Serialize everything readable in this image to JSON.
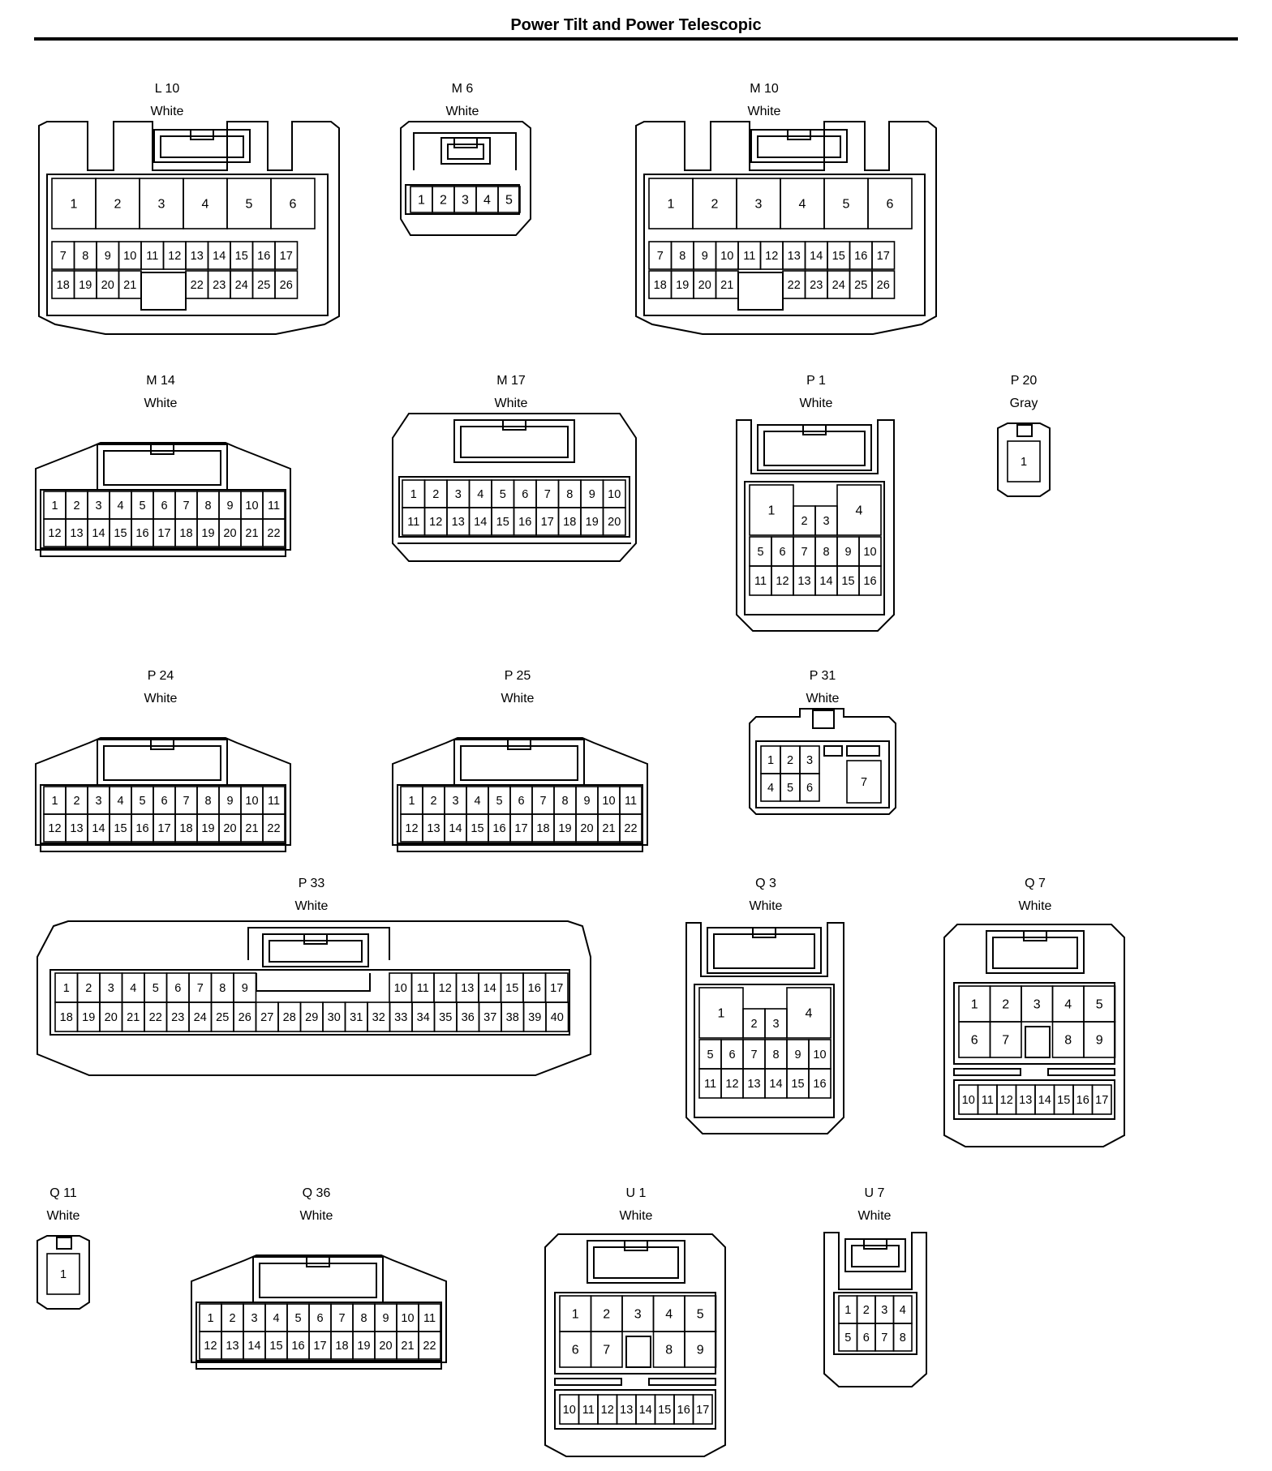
{
  "title": "Power Tilt and Power Telescopic",
  "colors": {
    "line": "#000000",
    "background": "#ffffff"
  },
  "connectors": [
    {
      "id": "L 10",
      "color": "White",
      "rows": [
        [
          "1",
          "2",
          "3",
          "4",
          "5",
          "6"
        ],
        [
          "7",
          "8",
          "9",
          "10",
          "11",
          "12",
          "13",
          "14",
          "15",
          "16",
          "17"
        ],
        [
          "18",
          "19",
          "20",
          "21",
          "22",
          "23",
          "24",
          "25",
          "26"
        ]
      ]
    },
    {
      "id": "M 6",
      "color": "White",
      "rows": [
        [
          "1",
          "2",
          "3",
          "4",
          "5"
        ]
      ]
    },
    {
      "id": "M 10",
      "color": "White",
      "rows": [
        [
          "1",
          "2",
          "3",
          "4",
          "5",
          "6"
        ],
        [
          "7",
          "8",
          "9",
          "10",
          "11",
          "12",
          "13",
          "14",
          "15",
          "16",
          "17"
        ],
        [
          "18",
          "19",
          "20",
          "21",
          "22",
          "23",
          "24",
          "25",
          "26"
        ]
      ]
    },
    {
      "id": "M 14",
      "color": "White",
      "rows": [
        [
          "1",
          "2",
          "3",
          "4",
          "5",
          "6",
          "7",
          "8",
          "9",
          "10",
          "11"
        ],
        [
          "12",
          "13",
          "14",
          "15",
          "16",
          "17",
          "18",
          "19",
          "20",
          "21",
          "22"
        ]
      ]
    },
    {
      "id": "M 17",
      "color": "White",
      "rows": [
        [
          "1",
          "2",
          "3",
          "4",
          "5",
          "6",
          "7",
          "8",
          "9",
          "10"
        ],
        [
          "11",
          "12",
          "13",
          "14",
          "15",
          "16",
          "17",
          "18",
          "19",
          "20"
        ]
      ]
    },
    {
      "id": "P 1",
      "color": "White",
      "rows": [
        [
          "1",
          "2",
          "3",
          "4"
        ],
        [
          "5",
          "6",
          "7",
          "8",
          "9",
          "10"
        ],
        [
          "11",
          "12",
          "13",
          "14",
          "15",
          "16"
        ]
      ]
    },
    {
      "id": "P 20",
      "color": "Gray",
      "rows": [
        [
          "1"
        ]
      ]
    },
    {
      "id": "P 24",
      "color": "White",
      "rows": [
        [
          "1",
          "2",
          "3",
          "4",
          "5",
          "6",
          "7",
          "8",
          "9",
          "10",
          "11"
        ],
        [
          "12",
          "13",
          "14",
          "15",
          "16",
          "17",
          "18",
          "19",
          "20",
          "21",
          "22"
        ]
      ]
    },
    {
      "id": "P 25",
      "color": "White",
      "rows": [
        [
          "1",
          "2",
          "3",
          "4",
          "5",
          "6",
          "7",
          "8",
          "9",
          "10",
          "11"
        ],
        [
          "12",
          "13",
          "14",
          "15",
          "16",
          "17",
          "18",
          "19",
          "20",
          "21",
          "22"
        ]
      ]
    },
    {
      "id": "P 31",
      "color": "White",
      "rows": [
        [
          "1",
          "2",
          "3"
        ],
        [
          "4",
          "5",
          "6"
        ],
        [
          "7"
        ]
      ]
    },
    {
      "id": "P 33",
      "color": "White",
      "rows": [
        [
          "1",
          "2",
          "3",
          "4",
          "5",
          "6",
          "7",
          "8",
          "9",
          "10",
          "11",
          "12",
          "13",
          "14",
          "15",
          "16",
          "17"
        ],
        [
          "18",
          "19",
          "20",
          "21",
          "22",
          "23",
          "24",
          "25",
          "26",
          "27",
          "28",
          "29",
          "30",
          "31",
          "32",
          "33",
          "34",
          "35",
          "36",
          "37",
          "38",
          "39",
          "40"
        ]
      ]
    },
    {
      "id": "Q 3",
      "color": "White",
      "rows": [
        [
          "1",
          "2",
          "3",
          "4"
        ],
        [
          "5",
          "6",
          "7",
          "8",
          "9",
          "10"
        ],
        [
          "11",
          "12",
          "13",
          "14",
          "15",
          "16"
        ]
      ]
    },
    {
      "id": "Q 7",
      "color": "White",
      "rows": [
        [
          "1",
          "2",
          "3",
          "4",
          "5"
        ],
        [
          "6",
          "7",
          "8",
          "9"
        ],
        [
          "10",
          "11",
          "12",
          "13",
          "14",
          "15",
          "16",
          "17"
        ]
      ]
    },
    {
      "id": "Q 11",
      "color": "White",
      "rows": [
        [
          "1"
        ]
      ]
    },
    {
      "id": "Q 36",
      "color": "White",
      "rows": [
        [
          "1",
          "2",
          "3",
          "4",
          "5",
          "6",
          "7",
          "8",
          "9",
          "10",
          "11"
        ],
        [
          "12",
          "13",
          "14",
          "15",
          "16",
          "17",
          "18",
          "19",
          "20",
          "21",
          "22"
        ]
      ]
    },
    {
      "id": "U 1",
      "color": "White",
      "rows": [
        [
          "1",
          "2",
          "3",
          "4",
          "5"
        ],
        [
          "6",
          "7",
          "8",
          "9"
        ],
        [
          "10",
          "11",
          "12",
          "13",
          "14",
          "15",
          "16",
          "17"
        ]
      ]
    },
    {
      "id": "U 7",
      "color": "White",
      "rows": [
        [
          "1",
          "2",
          "3",
          "4"
        ],
        [
          "5",
          "6",
          "7",
          "8"
        ]
      ]
    }
  ]
}
